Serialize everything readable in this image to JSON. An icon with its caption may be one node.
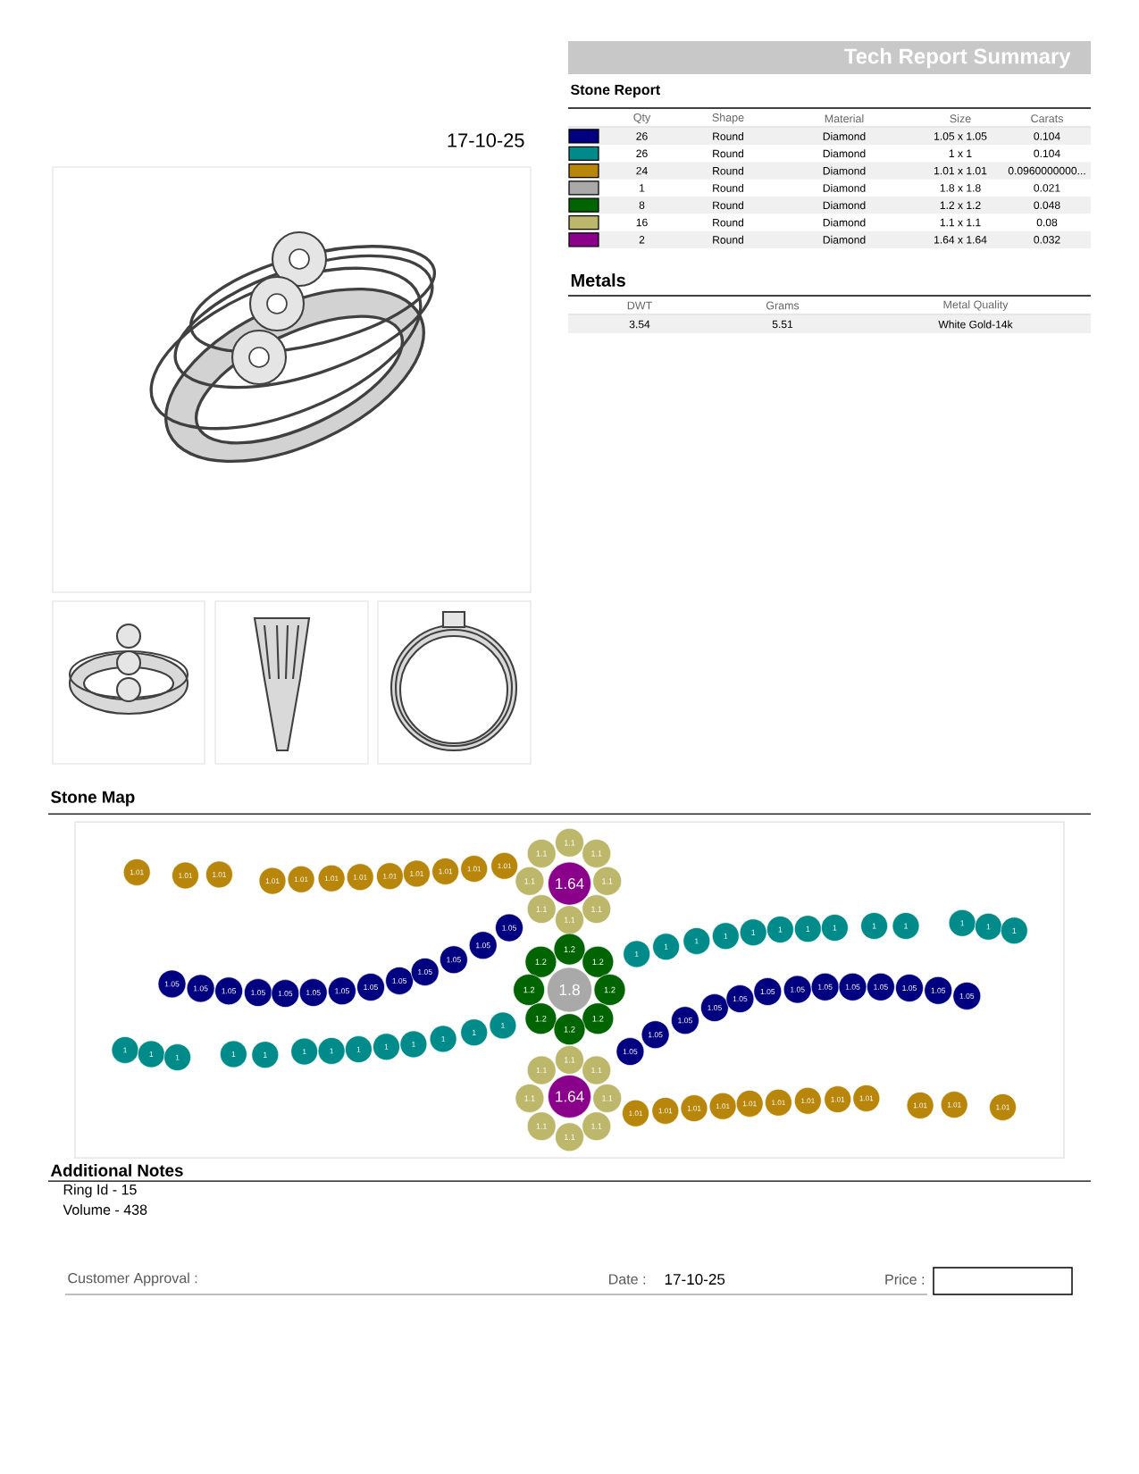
{
  "diagram": {
    "title": "Tech Report Summary",
    "nodes": [
      {
        "text": [
          "1.01"
        ]
      },
      {
        "text": [
          "1.01"
        ]
      },
      {
        "text": [
          "1.01"
        ]
      },
      {
        "text": [
          "1.01"
        ]
      },
      {
        "text": [
          "1.01"
        ]
      },
      {
        "text": [
          "1.01"
        ]
      },
      {
        "text": [
          "1.01"
        ]
      },
      {
        "text": [
          "1.01"
        ]
      },
      {
        "text": [
          "1.01"
        ]
      },
      {
        "text": [
          "1.01"
        ]
      },
      {
        "text": [
          "1.01"
        ]
      },
      {
        "text": [
          "1.01"
        ]
      },
      {
        "text": [
          "1.1"
        ]
      },
      {
        "text": [
          "1.1"
        ]
      },
      {
        "text": [
          "1.1"
        ]
      },
      {
        "text": [
          "1.1"
        ]
      },
      {
        "text": [
          "1.64"
        ]
      },
      {
        "text": [
          "1.1"
        ]
      },
      {
        "text": [
          "1.1"
        ]
      },
      {
        "text": [
          "1.1"
        ]
      },
      {
        "text": [
          "1.1"
        ]
      },
      {
        "text": [
          "1.05"
        ]
      },
      {
        "text": [
          "1.05"
        ]
      },
      {
        "text": [
          "1.05"
        ]
      },
      {
        "text": [
          "1.05"
        ]
      },
      {
        "text": [
          "1.05"
        ]
      },
      {
        "text": [
          "1.05"
        ]
      },
      {
        "text": [
          "1.05"
        ]
      },
      {
        "text": [
          "1.05"
        ]
      },
      {
        "text": [
          "1.05"
        ]
      },
      {
        "text": [
          "1.05"
        ]
      },
      {
        "text": [
          "1.05"
        ]
      },
      {
        "text": [
          "1.05"
        ]
      },
      {
        "text": [
          "1.05"
        ]
      },
      {
        "text": [
          "1"
        ]
      },
      {
        "text": [
          "1"
        ]
      },
      {
        "text": [
          "1"
        ]
      },
      {
        "text": [
          "1"
        ]
      },
      {
        "text": [
          "1"
        ]
      },
      {
        "text": [
          "1"
        ]
      },
      {
        "text": [
          "1"
        ]
      },
      {
        "text": [
          "1"
        ]
      },
      {
        "text": [
          "1"
        ]
      },
      {
        "text": [
          "1"
        ]
      },
      {
        "text": [
          "1"
        ]
      },
      {
        "text": [
          "1"
        ]
      },
      {
        "text": [
          "1"
        ]
      },
      {
        "text": [
          "1.2"
        ]
      },
      {
        "text": [
          "1.2"
        ]
      },
      {
        "text": [
          "1.2"
        ]
      },
      {
        "text": [
          "1.2"
        ]
      },
      {
        "text": [
          "1.8"
        ]
      },
      {
        "text": [
          "1.2"
        ]
      },
      {
        "text": [
          "1.2"
        ]
      },
      {
        "text": [
          "1.2"
        ]
      },
      {
        "text": [
          "1.2"
        ]
      },
      {
        "text": [
          "1.05"
        ]
      },
      {
        "text": [
          "1.05"
        ]
      },
      {
        "text": [
          "1.05"
        ]
      },
      {
        "text": [
          "1.05"
        ]
      },
      {
        "text": [
          "1.05"
        ]
      },
      {
        "text": [
          "1.05"
        ]
      },
      {
        "text": [
          "1.05"
        ]
      },
      {
        "text": [
          "1.05"
        ]
      },
      {
        "text": [
          "1.05"
        ]
      },
      {
        "text": [
          "1.05"
        ]
      },
      {
        "text": [
          "1.05"
        ]
      },
      {
        "text": [
          "1.05"
        ]
      },
      {
        "text": [
          "1.05"
        ]
      },
      {
        "text": [
          "1"
        ]
      },
      {
        "text": [
          "1"
        ]
      },
      {
        "text": [
          "1"
        ]
      },
      {
        "text": [
          "1"
        ]
      },
      {
        "text": [
          "1"
        ]
      },
      {
        "text": [
          "1"
        ]
      },
      {
        "text": [
          "1"
        ]
      },
      {
        "text": [
          "1"
        ]
      },
      {
        "text": [
          "1"
        ]
      },
      {
        "text": [
          "1"
        ]
      },
      {
        "text": [
          "1"
        ]
      },
      {
        "text": [
          "1"
        ]
      },
      {
        "text": [
          "1"
        ]
      },
      {
        "text": [
          "1.1"
        ]
      },
      {
        "text": [
          "1.1"
        ]
      },
      {
        "text": [
          "1.1"
        ]
      },
      {
        "text": [
          "1.1"
        ]
      },
      {
        "text": [
          "1.64"
        ]
      },
      {
        "text": [
          "1.1"
        ]
      },
      {
        "text": [
          "1.1"
        ]
      },
      {
        "text": [
          "1.1"
        ]
      },
      {
        "text": [
          "1.1"
        ]
      },
      {
        "text": [
          "1.01"
        ]
      },
      {
        "text": [
          "1.01"
        ]
      },
      {
        "text": [
          "1.01"
        ]
      },
      {
        "text": [
          "1.01"
        ]
      },
      {
        "text": [
          "1.01"
        ]
      },
      {
        "text": [
          "1.01"
        ]
      },
      {
        "text": [
          "1.01"
        ]
      },
      {
        "text": [
          "1.01"
        ]
      },
      {
        "text": [
          "1.01"
        ]
      },
      {
        "text": [
          "1.01"
        ]
      },
      {
        "text": [
          "1.01"
        ]
      },
      {
        "text": [
          "1.01"
        ]
      }
    ],
    "labels": [
      "17-10-25",
      "Stone Report",
      "Qty",
      "Shape",
      "Material",
      "Size",
      "Carats",
      "26",
      "Round",
      "Diamond",
      "1.05 x 1.05",
      "0.104",
      "26",
      "Round",
      "Diamond",
      "1 x 1",
      "0.104",
      "24",
      "Round",
      "Diamond",
      "1.01 x 1.01",
      "0.0960000000...",
      "1",
      "Round",
      "Diamond",
      "1.8 x 1.8",
      "0.021",
      "8",
      "Round",
      "Diamond",
      "1.2 x 1.2",
      "0.048",
      "16",
      "Round",
      "Diamond",
      "1.1 x 1.1",
      "0.08",
      "2",
      "Round",
      "Diamond",
      "1.64 x 1.64",
      "0.032",
      "Metals",
      "DWT",
      "Grams",
      "Metal Quality",
      "3.54",
      "5.51",
      "White Gold-14k",
      "Stone Map",
      "Additional Notes",
      "Ring Id - 15",
      "Volume - 438",
      "Customer Approval :",
      "Date :",
      "17-10-25",
      "Price :"
    ]
  }
}
